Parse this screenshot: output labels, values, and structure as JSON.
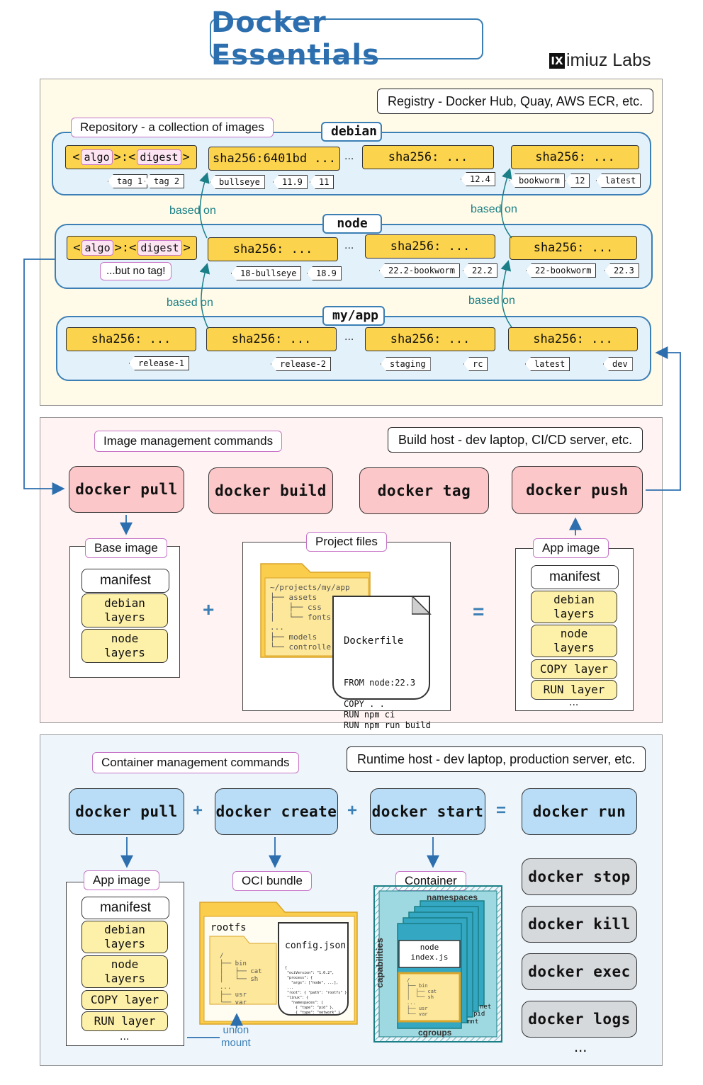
{
  "header": {
    "title": "Docker Essentials",
    "brand_logo": "IX",
    "brand_name": "imiuz Labs"
  },
  "registry": {
    "host_label": "Registry - Docker Hub, Quay, AWS ECR, etc.",
    "repo_note": "Repository - a collection of images",
    "based_on": "based on",
    "debian": {
      "name": "debian",
      "digest_generic": {
        "pre": "<",
        "algo": "algo",
        "mid": ">:<",
        "digest": "digest",
        "post": ">"
      },
      "digest2": "sha256:6401bd ...",
      "digest3": "sha256:  ...",
      "digest4": "sha256:  ...",
      "tags1": [
        "tag 1",
        "tag 2"
      ],
      "tags2": [
        "bullseye",
        "11.9",
        "11"
      ],
      "tags3": [
        "12.4"
      ],
      "tags4": [
        "bookworm",
        "12",
        "latest"
      ]
    },
    "node": {
      "name": "node",
      "no_tag": "...but no tag!",
      "digest2": "sha256:  ...",
      "digest3": "sha256:  ...",
      "digest4": "sha256:  ...",
      "tags2": [
        "18-bullseye",
        "18.9"
      ],
      "tags3": [
        "22.2-bookworm",
        "22.2"
      ],
      "tags4": [
        "22-bookworm",
        "22.3"
      ]
    },
    "app": {
      "name": "my/app",
      "digest1": "sha256:  ...",
      "digest2": "sha256:  ...",
      "digest3": "sha256:  ...",
      "digest4": "sha256:  ...",
      "tags1": [
        "release-1"
      ],
      "tags2": [
        "release-2"
      ],
      "tags3": [
        "staging",
        "rc"
      ],
      "tags4": [
        "latest",
        "dev"
      ]
    },
    "ellipsis": "..."
  },
  "build": {
    "section_label": "Image management commands",
    "host_label": "Build host - dev laptop, CI/CD server, etc.",
    "commands": {
      "pull": "docker pull",
      "build": "docker build",
      "tag": "docker tag",
      "push": "docker push"
    },
    "base_image": {
      "title": "Base image",
      "layers": [
        "manifest",
        "debian\nlayers",
        "node\nlayers"
      ]
    },
    "project_files": {
      "title": "Project files",
      "tree": "~/projects/my/app\n├── assets\n│   ├── css\n│   └── fonts\n...\n├── models\n└── controllers",
      "dockerfile_title": "Dockerfile",
      "dockerfile_body": "FROM node:22.3\n\nCOPY . .\nRUN npm ci\nRUN npm run build\n..."
    },
    "app_image": {
      "title": "App image",
      "layers": [
        "manifest",
        "debian\nlayers",
        "node\nlayers",
        "COPY layer",
        "RUN layer"
      ],
      "more": "..."
    },
    "plus": "+",
    "equals": "="
  },
  "runtime": {
    "section_label": "Container management commands",
    "host_label": "Runtime host - dev laptop, production server, etc.",
    "commands": {
      "pull": "docker pull",
      "create": "docker create",
      "start": "docker start",
      "run": "docker run"
    },
    "other_commands": [
      "docker stop",
      "docker kill",
      "docker exec",
      "docker logs"
    ],
    "more": "...",
    "plus": "+",
    "equals": "=",
    "app_image": {
      "title": "App image",
      "layers": [
        "manifest",
        "debian\nlayers",
        "node\nlayers",
        "COPY layer",
        "RUN layer"
      ],
      "more": "..."
    },
    "oci_bundle": {
      "title": "OCI bundle",
      "rootfs": "rootfs",
      "rootfs_tree": "/\n├── bin\n│   ├── cat\n│   └── sh\n...\n├── usr\n└── var",
      "config_title": "config.json",
      "config_body": "{\n \"ociVersion\": \"1.0.2\",\n \"process\": {\n   \"args\": [\"node\", ...],\n ...\n \"root\": { \"path\": \"rootfs\" },\n \"linux\": {\n   \"namespaces\": [\n     { \"type\": \"pid\" },\n     { \"type\": \"network\" },\n     { \"type\": \"ipc\" },\n     { \"type\": \"uts\" },\n     { \"type\": \"mount\" },\n ...",
      "union_mount": "union\nmount"
    },
    "container": {
      "title": "Container",
      "namespaces": "namespaces",
      "capabilities": "capabilities",
      "cgroups": "cgroups",
      "process": "node\nindex.js",
      "fs_tree": "/\n├── bin\n│  ├── cat\n│  └── sh\n...\n├── usr\n└── var",
      "ns_list": [
        "net",
        "pid",
        "mnt"
      ]
    }
  },
  "colors": {
    "accent": "#3b7fb5",
    "teal": "#1a7f86",
    "yellow": "#fcd34d",
    "pink": "#fcc7c9",
    "blue": "#b9ddf6",
    "gray": "#d6d9dc"
  }
}
